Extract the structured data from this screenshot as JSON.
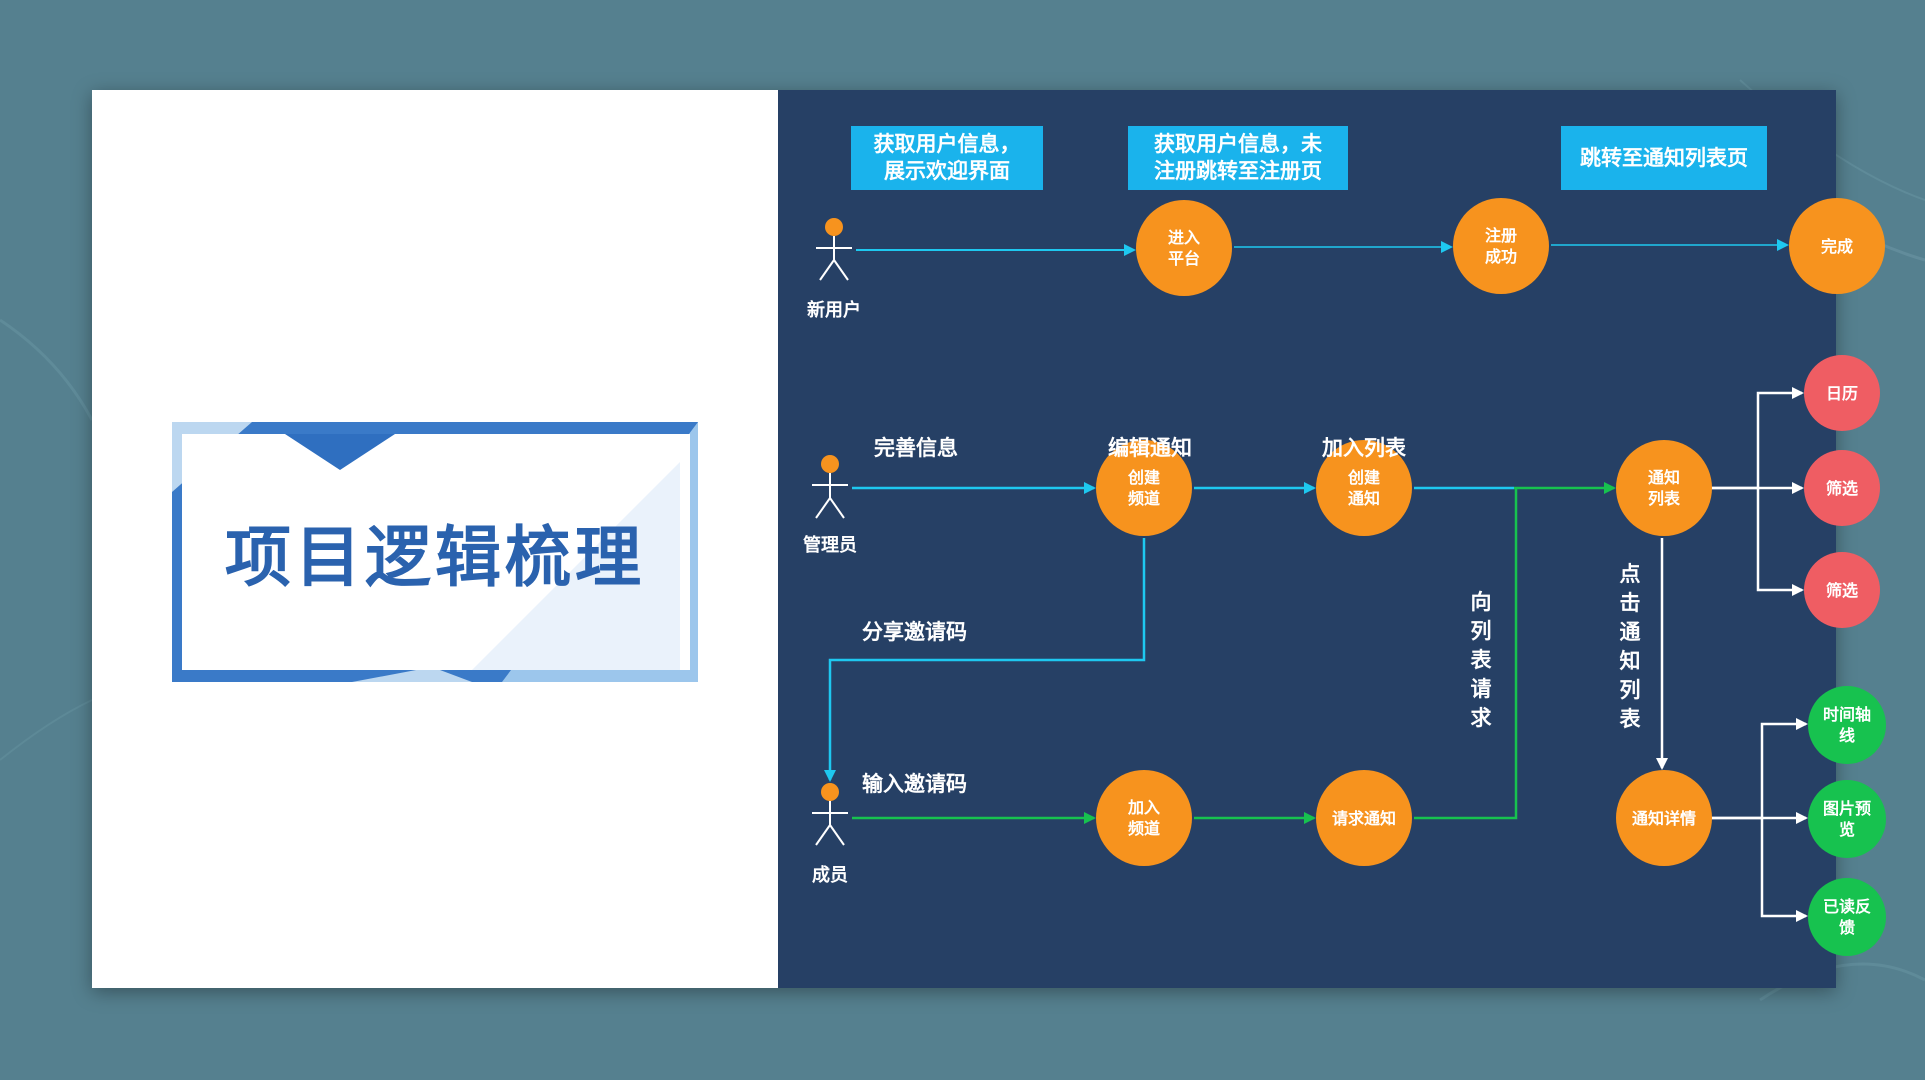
{
  "title": "项目逻辑梳理",
  "colors": {
    "background": "#55808f",
    "panel": "#264065",
    "info_box": "#1ab3ec",
    "process_node": "#f7931e",
    "calendar_node": "#ef5d63",
    "detail_node": "#17c24f",
    "title_text": "#2a62ae"
  },
  "actors": {
    "new_user": "新用户",
    "admin": "管理员",
    "member": "成员"
  },
  "info_boxes": [
    {
      "text": "获取用户信息，\n展示欢迎界面"
    },
    {
      "text": "获取用户信息，未\n注册跳转至注册页"
    },
    {
      "text": "跳转至通知列表页"
    }
  ],
  "nodes": {
    "enter_platform": "进入\n平台",
    "register_success": "注册\n成功",
    "complete": "完成",
    "create_channel": "创建\n频道",
    "create_notice": "创建\n通知",
    "notice_list": "通知\n列表",
    "calendar": "日历",
    "filter1": "筛选",
    "filter2": "筛选",
    "join_channel": "加入\n频道",
    "request_notice": "请求通知",
    "notice_detail": "通知详情",
    "timeline": "时间轴\n线",
    "image_preview": "图片预\n览",
    "read_feedback": "已读反\n馈"
  },
  "edge_labels": {
    "complete_info": "完善信息",
    "edit_notice": "编辑通知",
    "add_to_list": "加入列表",
    "share_code": "分享邀请码",
    "input_code": "输入邀请码",
    "request_list": "向列表请求",
    "click_list": "点击通知列表"
  }
}
